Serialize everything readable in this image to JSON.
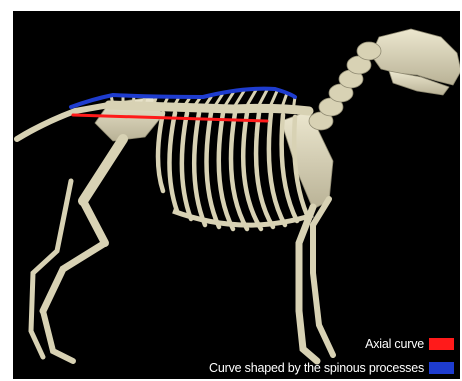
{
  "diagram": {
    "subject": "horse-skeleton",
    "bone_color": "#d8d2b4",
    "background_color": "#000000",
    "legend": [
      {
        "label": "Axial curve",
        "color": "#ff1a1a"
      },
      {
        "label": "Curve shaped by the spinous processes",
        "color": "#1e3ccf"
      }
    ]
  }
}
